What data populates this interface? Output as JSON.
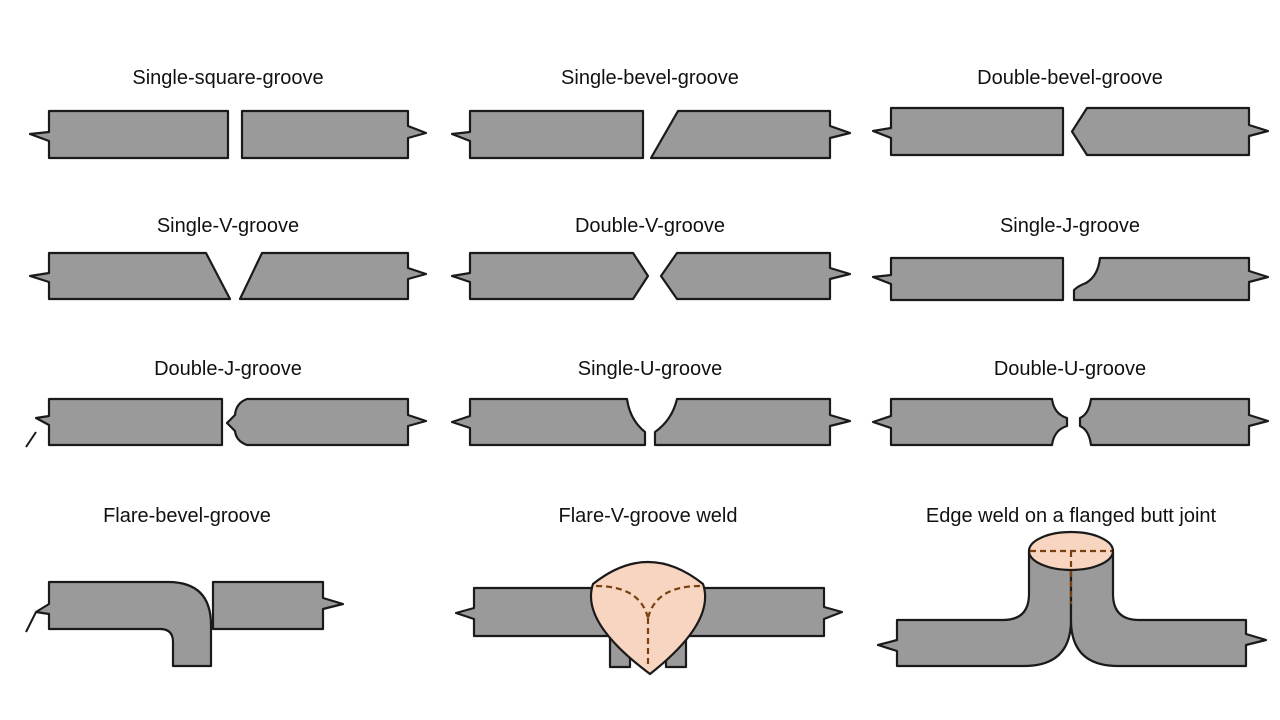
{
  "diagram": {
    "joints": [
      {
        "id": "single-square-groove",
        "label": "Single-square-groove"
      },
      {
        "id": "single-bevel-groove",
        "label": "Single-bevel-groove"
      },
      {
        "id": "double-bevel-groove",
        "label": "Double-bevel-groove"
      },
      {
        "id": "single-v-groove",
        "label": "Single-V-groove"
      },
      {
        "id": "double-v-groove",
        "label": "Double-V-groove"
      },
      {
        "id": "single-j-groove",
        "label": "Single-J-groove"
      },
      {
        "id": "double-j-groove",
        "label": "Double-J-groove"
      },
      {
        "id": "single-u-groove",
        "label": "Single-U-groove"
      },
      {
        "id": "double-u-groove",
        "label": "Double-U-groove"
      },
      {
        "id": "flare-bevel-groove",
        "label": "Flare-bevel-groove"
      },
      {
        "id": "flare-v-groove-weld",
        "label": "Flare-V-groove weld"
      },
      {
        "id": "edge-weld-flanged-butt",
        "label": "Edge weld on a flanged butt joint"
      }
    ],
    "colors": {
      "plate_fill": "#9a9a9a",
      "outline": "#1a1a1a",
      "weld_fill": "#f7d5c0",
      "weld_dash": "#7a3f10"
    }
  }
}
